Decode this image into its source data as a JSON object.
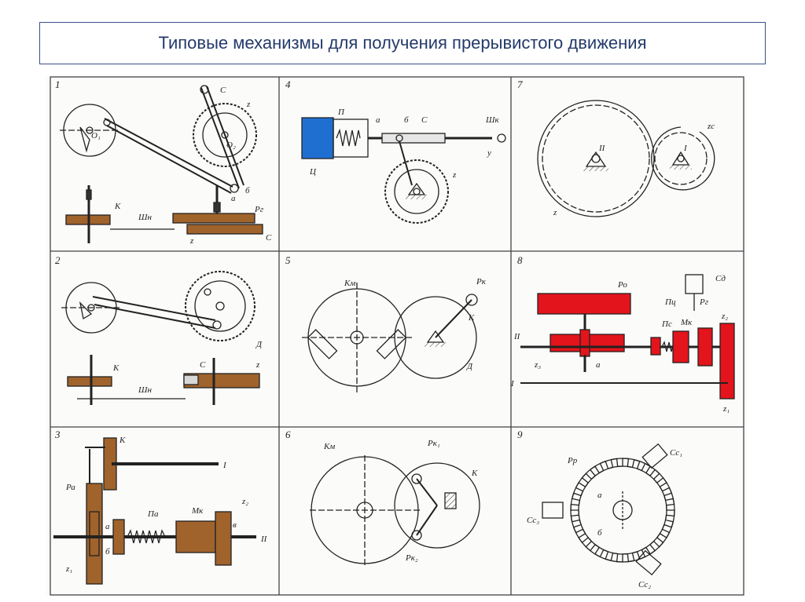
{
  "title": "Типовые механизмы для получения прерывистого движения",
  "panels": [
    {
      "number": "1",
      "labels": [
        "C",
        "O₁",
        "O₂",
        "z",
        "K",
        "Шн",
        "а",
        "б",
        "Рг",
        "С",
        "z"
      ]
    },
    {
      "number": "2",
      "labels": [
        "K",
        "Шн",
        "С",
        "z",
        "Д"
      ]
    },
    {
      "number": "3",
      "labels": [
        "K",
        "I",
        "Ра",
        "Па",
        "Мк",
        "z₂",
        "а",
        "б",
        "в",
        "z₁",
        "II"
      ]
    },
    {
      "number": "4",
      "labels": [
        "П",
        "а",
        "б",
        "С",
        "Шк",
        "Ц",
        "у",
        "z"
      ]
    },
    {
      "number": "5",
      "labels": [
        "Км",
        "Рк",
        "К",
        "Д"
      ]
    },
    {
      "number": "6",
      "labels": [
        "Км",
        "Рк₁",
        "К",
        "Рк₂"
      ]
    },
    {
      "number": "7",
      "labels": [
        "II",
        "I",
        "zc",
        "z"
      ]
    },
    {
      "number": "8",
      "labels": [
        "Ро",
        "Сд",
        "Пц",
        "Рг",
        "Пс",
        "Мк",
        "z₂",
        "II",
        "z₃",
        "а",
        "I",
        "z₁"
      ]
    },
    {
      "number": "9",
      "labels": [
        "Рр",
        "Сс₁",
        "Сс₃",
        "а",
        "б",
        "Сс₂"
      ]
    }
  ],
  "colors": {
    "blue_part": "#1f6fd1",
    "red_part": "#e3141b",
    "brown_part": "#a0632c",
    "line": "#222222"
  }
}
